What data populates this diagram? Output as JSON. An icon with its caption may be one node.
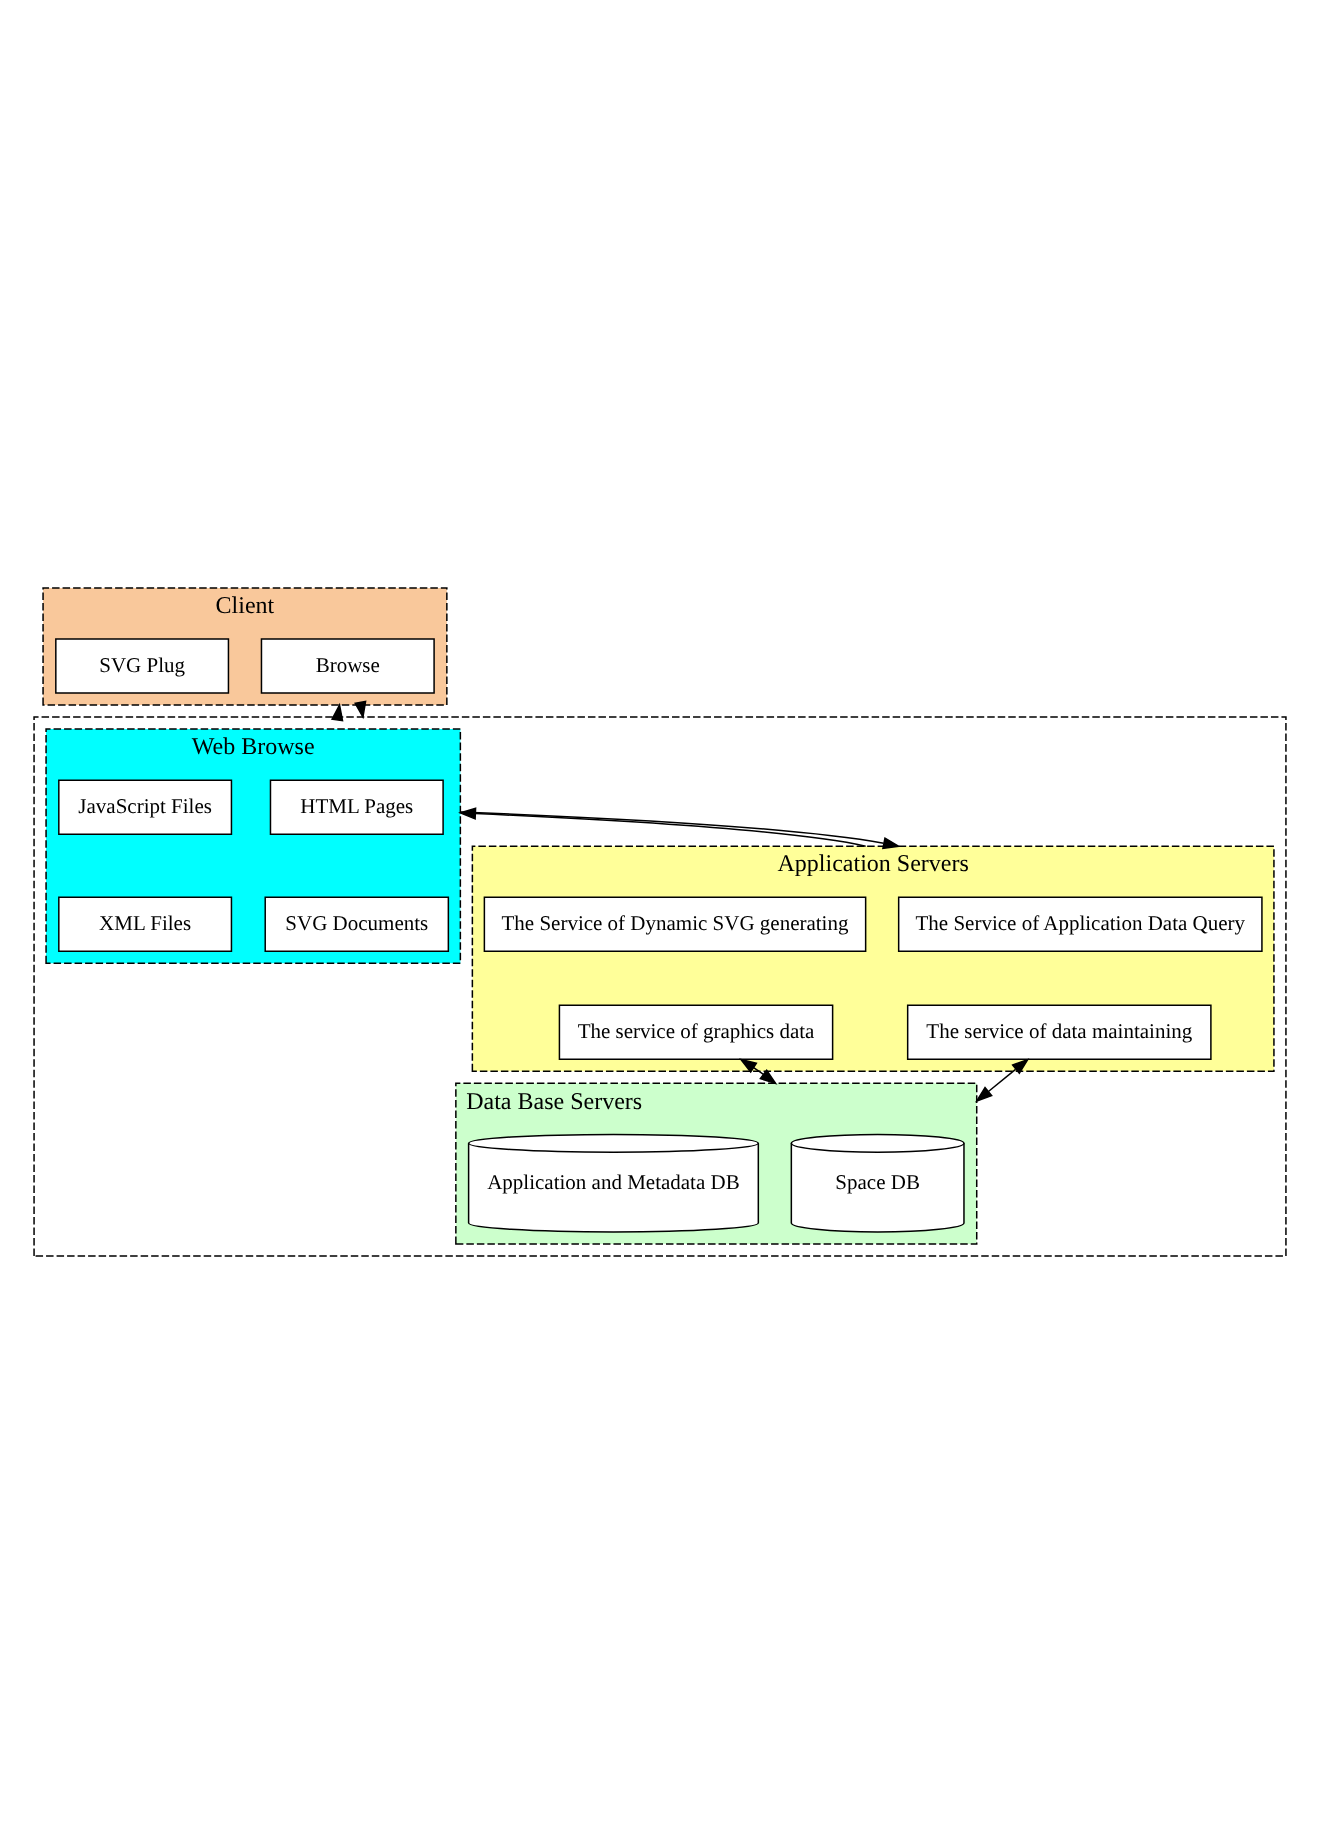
{
  "diagram": {
    "nodes": [
      {
        "text": [
          "Client"
        ]
      },
      {
        "text": [
          "Browse"
        ],
        "in": 0
      },
      {
        "text": [
          "SVG Plug"
        ],
        "in": 0
      },
      {
        "text": [],
        "shape": "box"
      },
      {
        "text": [
          "Web Browse"
        ],
        "in": 3
      },
      {
        "text": [
          "HTML Pages"
        ],
        "in": 4
      },
      {
        "text": [
          "JavaScript Files"
        ],
        "in": 4
      },
      {
        "text": [
          "SVG Documents"
        ],
        "in": 4
      },
      {
        "text": [
          "XML Files"
        ],
        "in": 4
      },
      {
        "text": [
          "Application Servers"
        ],
        "in": 3
      },
      {
        "text": [
          "The Service of Application Data Query"
        ],
        "in": 9
      },
      {
        "text": [
          "The Service of Dynamic SVG generating"
        ],
        "in": 9
      },
      {
        "text": [
          "The service of data maintaining"
        ],
        "in": 9
      },
      {
        "text": [
          "The service of graphics data"
        ],
        "in": 9
      },
      {
        "text": [
          "Data Base Servers"
        ],
        "in": 3
      },
      {
        "text": [
          "Space DB"
        ],
        "in": 14
      },
      {
        "text": [
          "Application and Metadata DB"
        ],
        "in": 14
      }
    ],
    "edges": [
      {
        "from": 0,
        "to": 3,
        "arrow": "to"
      },
      {
        "from": 3,
        "to": 0,
        "arrow": "to"
      },
      {
        "from": 4,
        "to": 9,
        "arrow": "to"
      },
      {
        "from": 9,
        "to": 4,
        "arrow": "to"
      },
      {
        "from": 12,
        "to": 14,
        "arrow": "both"
      },
      {
        "from": 13,
        "to": 14,
        "arrow": "both"
      }
    ]
  }
}
